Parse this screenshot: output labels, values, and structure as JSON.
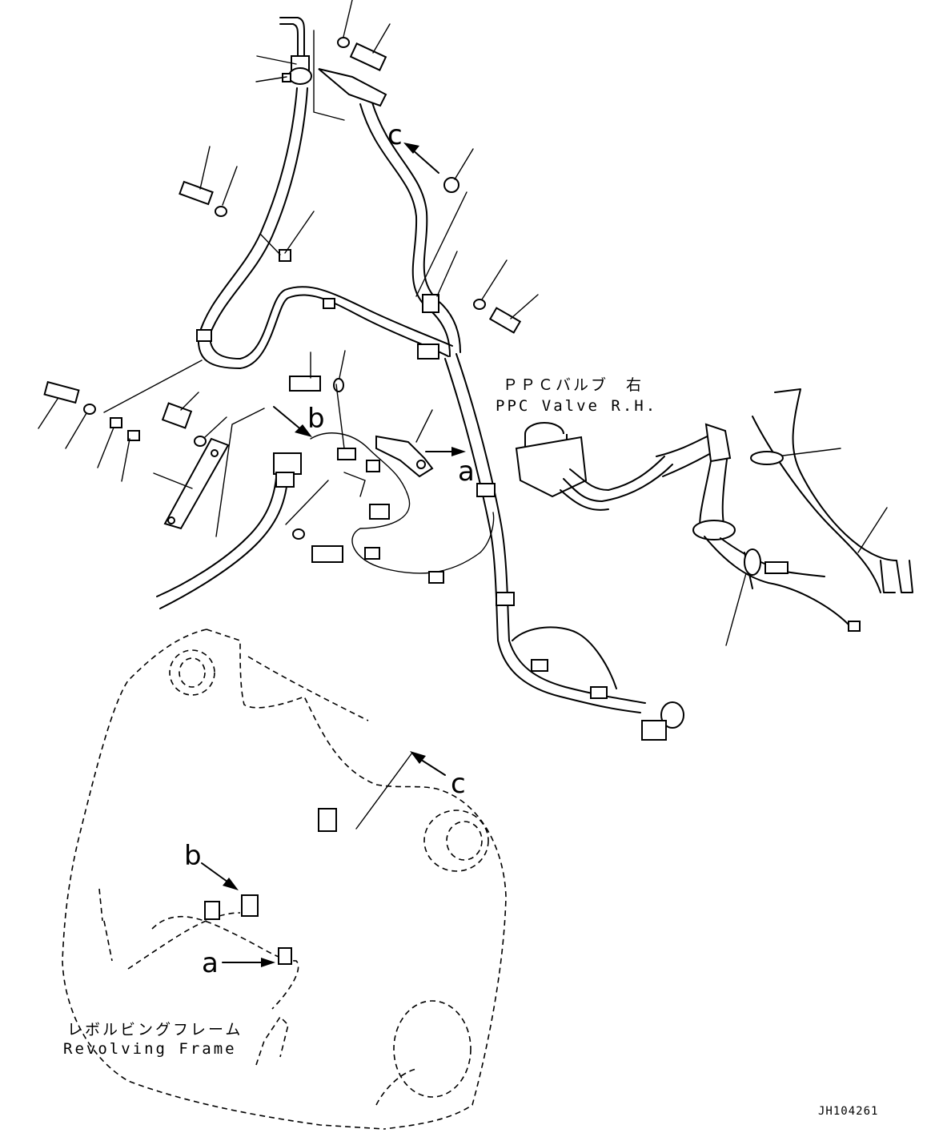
{
  "labels": {
    "ppc_valve_jp": "ＰＰＣバルブ　右",
    "ppc_valve_en": "PPC Valve R.H.",
    "frame_jp": "レボルビングフレーム",
    "frame_en": "Revolving Frame",
    "drawing_code": "JH104261"
  },
  "view_markers": {
    "a": "a",
    "b": "b",
    "c": "c"
  }
}
